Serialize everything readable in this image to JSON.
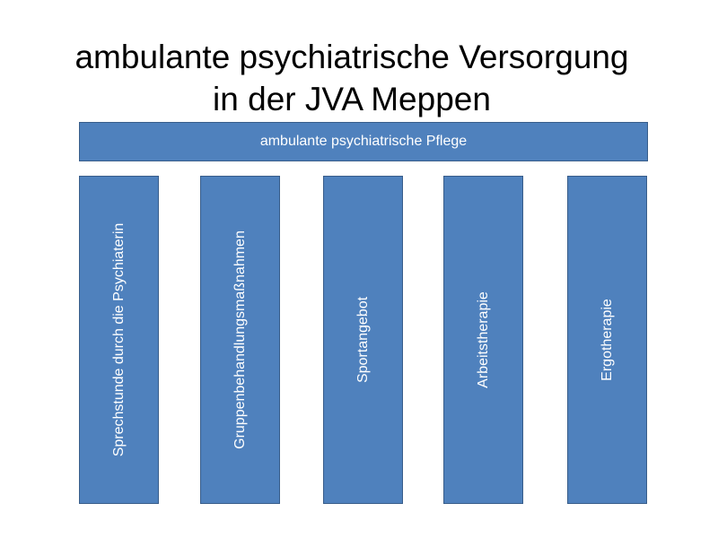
{
  "title": {
    "line1": "ambulante psychiatrische Versorgung",
    "line2": "in der JVA Meppen"
  },
  "top_bar": {
    "label": "ambulante psychiatrische Pflege"
  },
  "pillars": [
    {
      "label": "Sprechstunde durch die Psychiaterin"
    },
    {
      "label": "Gruppenbehandlungsmaßnahmen"
    },
    {
      "label": "Sportangebot"
    },
    {
      "label": "Arbeitstherapie"
    },
    {
      "label": "Ergotherapie"
    }
  ],
  "colors": {
    "box_fill": "#4f81bd",
    "box_border": "#385d8a",
    "box_text": "#ffffff",
    "title_text": "#000000"
  }
}
